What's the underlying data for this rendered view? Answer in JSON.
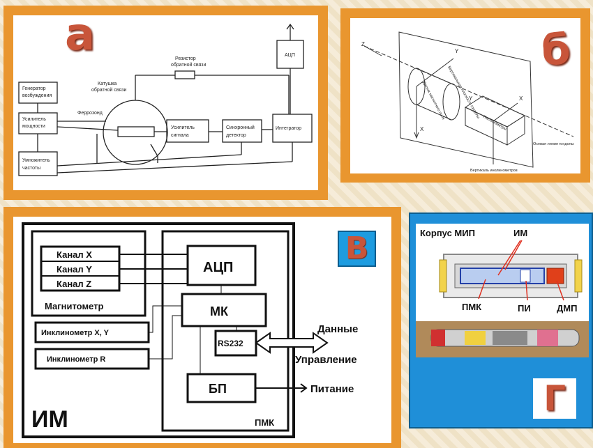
{
  "panel_a": {
    "letter": "а",
    "labels": {
      "generator": [
        "Генератор",
        "возбуждения"
      ],
      "amplifier_power": [
        "Усилитель",
        "мощности"
      ],
      "multiplier": [
        "Умножитель",
        "частоты"
      ],
      "coil": [
        "Катушка",
        "обратной связи"
      ],
      "ferrozond": "Феррозонд",
      "resistor": [
        "Резистор",
        "обратной связи"
      ],
      "signal_amp": [
        "Усилитель",
        "сигнала"
      ],
      "sync_detector": [
        "Синхронный",
        "детектор"
      ],
      "integrator": "Интегратор",
      "adc": "АЦП"
    }
  },
  "panel_b": {
    "letter": "б",
    "labels": {
      "z": "Z",
      "y1": "Y",
      "x1": "X",
      "y2": "Y",
      "x2": "X",
      "vertical_plane": "Вертикальная плоскость гондолы",
      "sensor": "Датчик магнитного поля",
      "inclinometer": "Инклинометры",
      "axis_line": "Осевая линия гондолы",
      "vertical_incl": "Вертикаль инклинометров"
    }
  },
  "panel_v": {
    "letter": "В",
    "channels": [
      "Канал X",
      "Канал Y",
      "Канал Z"
    ],
    "magnetometer": "Магнитометр",
    "adc": "АЦП",
    "mk": "МК",
    "rs232": "RS232",
    "bp": "БП",
    "inclinometer_xy": "Инклинометр X, Y",
    "inclinometer_r": "Инклинометр R",
    "data": "Данные",
    "control": "Управление",
    "power": "Питание",
    "im": "ИМ",
    "pmk": "ПМК"
  },
  "panel_g": {
    "letter": "Г",
    "body": "Корпус МИП",
    "im": "ИМ",
    "pmk": "ПМК",
    "pi": "ПИ",
    "dmp": "ДМП"
  }
}
